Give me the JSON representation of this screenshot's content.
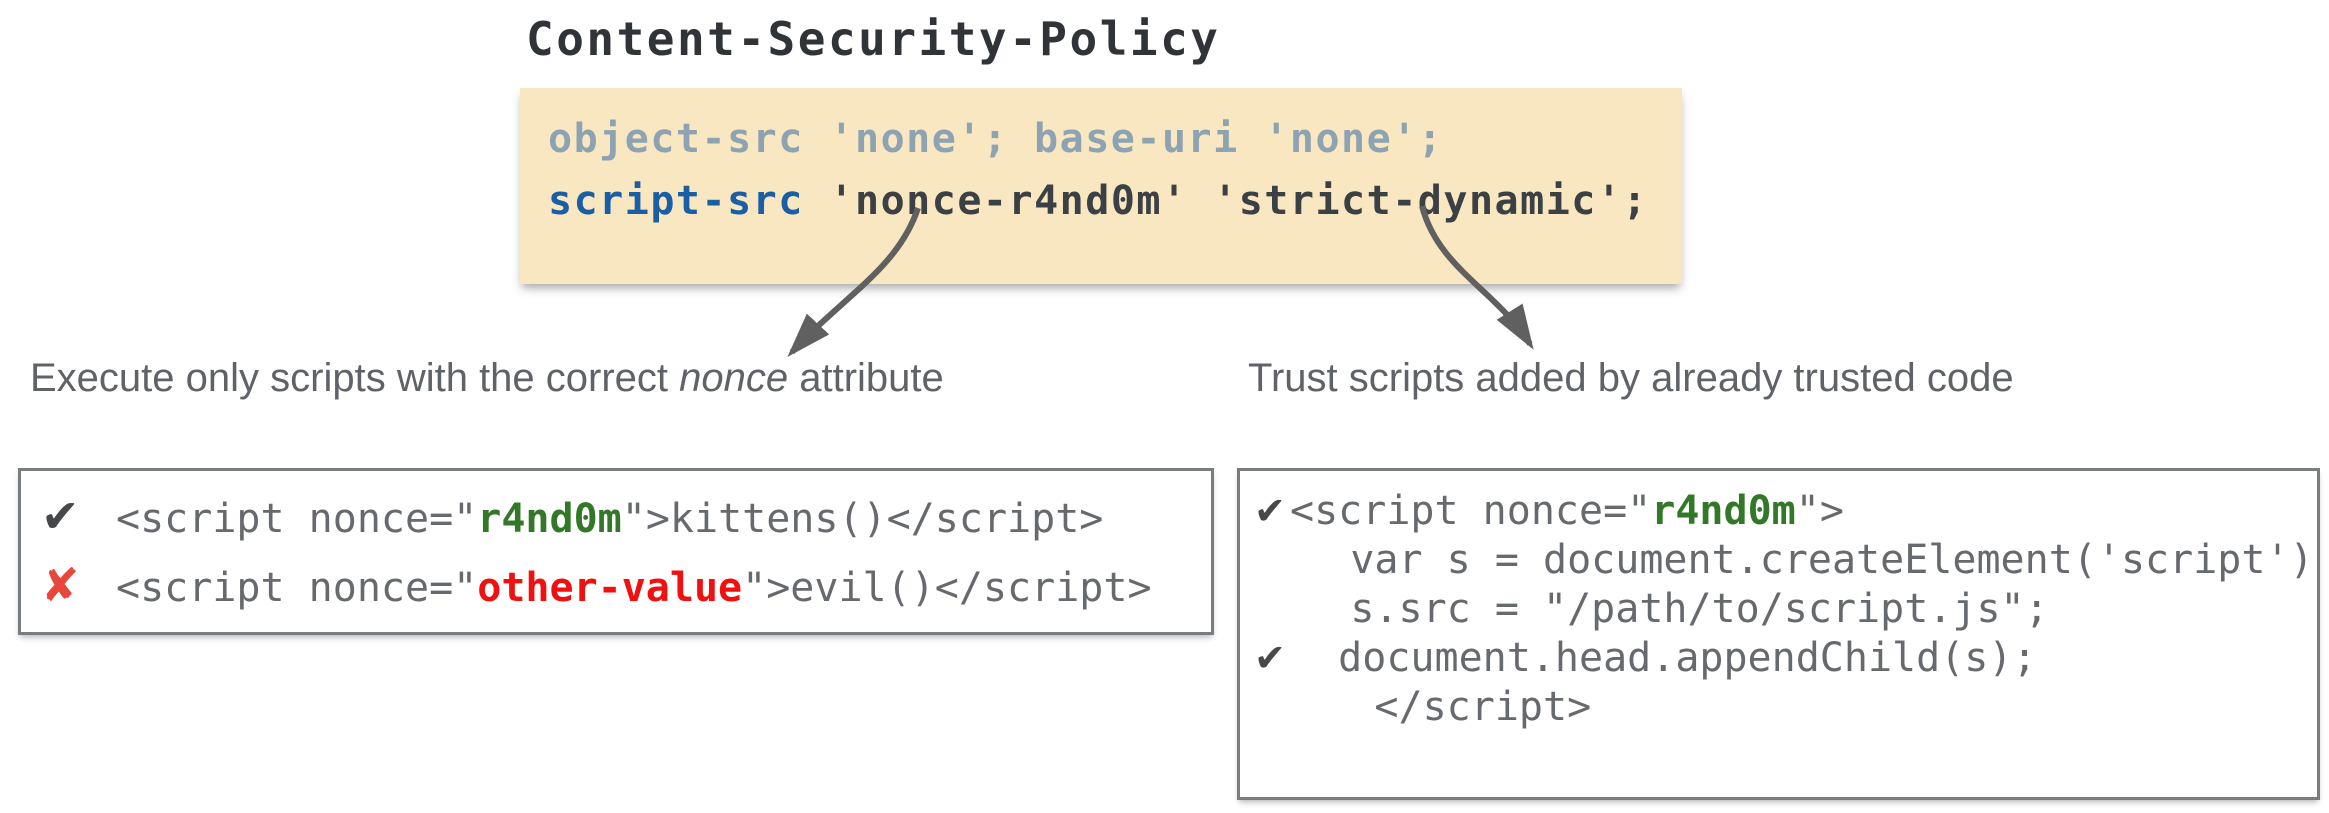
{
  "title": "Content-Security-Policy",
  "colors": {
    "bg": "#ffffff",
    "title": "#303338",
    "yellow": "#f9e7c1",
    "muted": "#8ea3b2",
    "blue": "#1a5fa5",
    "dark": "#3b4045",
    "caption": "#5f6368",
    "code": "#66696d",
    "green": "#327828",
    "red": "#f01010",
    "xmark": "#e7463c",
    "border": "#7a7d80",
    "arrow": "#606060",
    "check": "#46484a"
  },
  "icons": {
    "check": "✔",
    "cross": "✘"
  },
  "policy_box": {
    "line1": "object-src 'none'; base-uri 'none';",
    "line2_directive": "script-src",
    "line2_rest": " 'nonce-r4nd0m' 'strict-dynamic';"
  },
  "left": {
    "caption": {
      "part1": "Execute only scripts with the correct ",
      "emphasis": "nonce",
      "part2": " attribute"
    },
    "code": {
      "line1": {
        "pre": "<script nonce=\"",
        "highlight": "r4nd0m",
        "post": "\">kittens()</script>"
      },
      "line2": {
        "pre": "<script nonce=\"",
        "highlight": "other-value",
        "post": "\">evil()</script>"
      }
    }
  },
  "right": {
    "caption": "Trust scripts added by already trusted code",
    "code": {
      "line1": {
        "pre": "<script nonce=\"",
        "highlight": "r4nd0m",
        "post": "\">"
      },
      "line2": "    var s = document.createElement('script')",
      "line3": "    s.src = \"/path/to/script.js\";",
      "line4": "  document.head.appendChild(s);",
      "line5": "     </script>"
    }
  }
}
